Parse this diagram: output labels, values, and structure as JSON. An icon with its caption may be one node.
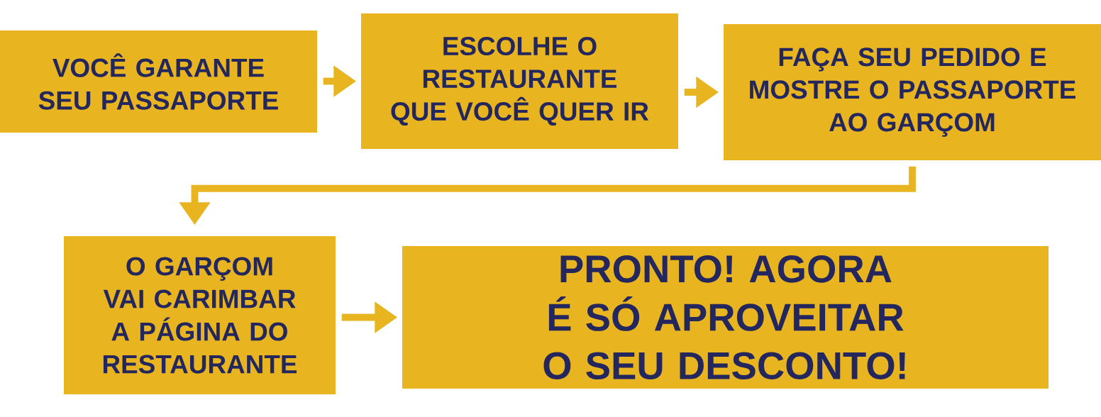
{
  "diagram": {
    "nodes": [
      {
        "text": [
          "VOCÊ GARANTE SEU PASSAPORTE"
        ]
      },
      {
        "text": [
          "ESCOLHE O RESTAURANTE QUE VOCÊ QUER IR"
        ]
      },
      {
        "text": [
          "FAÇA SEU PEDIDO E MOSTRE O PASSAPORTE AO GARÇOM"
        ]
      },
      {
        "text": [
          "O GARÇOM VAI CARIMBAR A PÁGINA DO RESTAURANTE"
        ]
      },
      {
        "text": [
          "PRONTO! AGORA É SÓ APROVEITAR O SEU DESCONTO!"
        ]
      }
    ],
    "edges": [
      {
        "from": 0,
        "to": 1,
        "arrow": "to"
      },
      {
        "from": 1,
        "to": 2,
        "arrow": "to"
      },
      {
        "from": 2,
        "to": 3,
        "arrow": "to"
      },
      {
        "from": 3,
        "to": 4,
        "arrow": "to"
      }
    ]
  }
}
